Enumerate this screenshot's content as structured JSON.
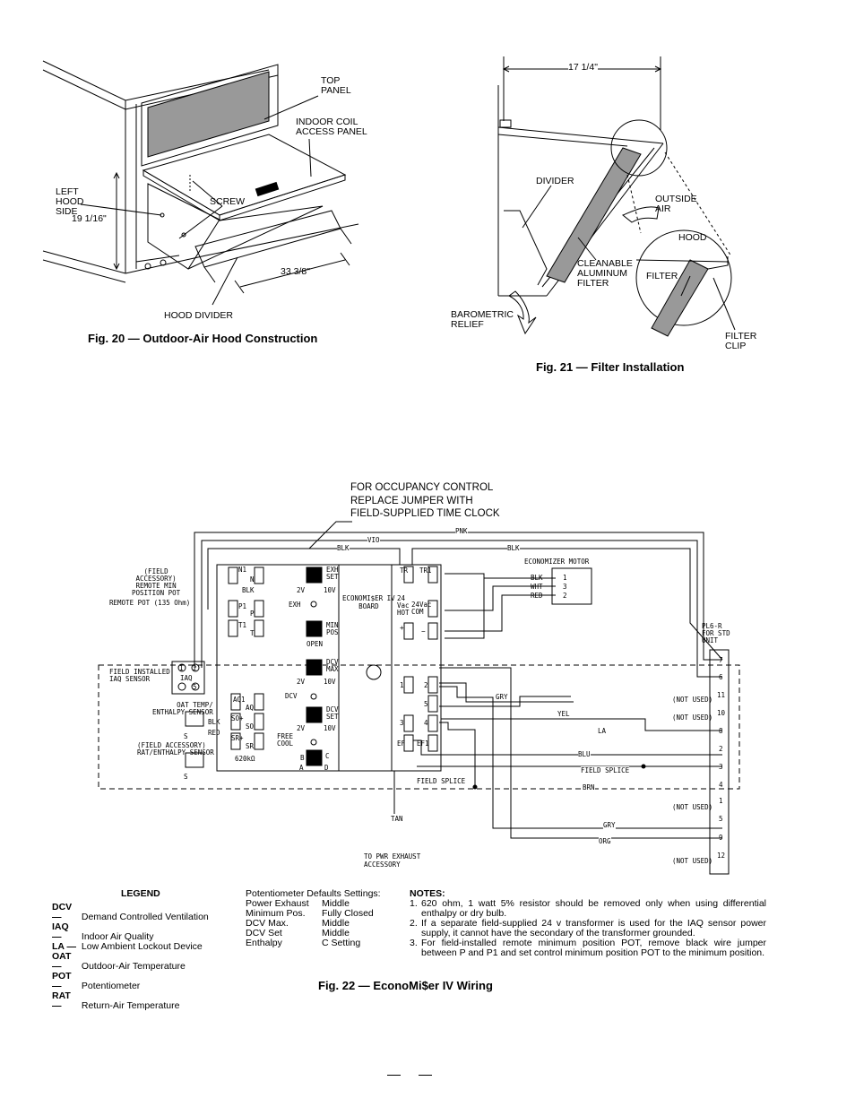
{
  "fig20": {
    "caption": "Fig. 20 — Outdoor-Air Hood Construction",
    "labels": {
      "top_panel": "TOP\nPANEL",
      "indoor_coil": "INDOOR COIL\nACCESS PANEL",
      "left_hood_side": "LEFT\nHOOD\nSIDE",
      "screw": "SCREW",
      "height_dim": "19 1/16\"",
      "width_dim": "33 3/8\"",
      "hood_divider": "HOOD DIVIDER"
    }
  },
  "fig21": {
    "caption": "Fig. 21 — Filter Installation",
    "labels": {
      "width_dim": "17 1/4\"",
      "divider": "DIVIDER",
      "outside_air": "OUTSIDE\nAIR",
      "hood": "HOOD",
      "filter": "FILTER",
      "cleanable": "CLEANABLE\nALUMINUM\nFILTER",
      "barometric": "BAROMETRIC\nRELIEF",
      "filter_clip": "FILTER\nCLIP"
    }
  },
  "fig22": {
    "caption": "Fig. 22 — EconoMi$er IV Wiring",
    "occupancy_note": "FOR OCCUPANCY CONTROL\nREPLACE JUMPER WITH\nFIELD-SUPPLIED TIME CLOCK",
    "wire_labels": {
      "pnk": "PNK",
      "vio": "VIO",
      "blk1": "BLK",
      "blk2": "BLK",
      "blk3": "BLK",
      "econ_motor": "ECONOMIZER MOTOR",
      "m_blk": "BLK",
      "m_wht": "WHT",
      "m_red": "RED",
      "m1": "1",
      "m3": "3",
      "m2": "2",
      "gry1": "GRY",
      "yel": "YEL",
      "la": "LA",
      "blu": "BLU",
      "field_splice1": "FIELD SPLICE",
      "field_splice2": "FIELD SPLICE",
      "brn": "BRN",
      "gry2": "GRY",
      "org": "ORG",
      "tan": "TAN",
      "pwr_exhaust": "TO PWR EXHAUST\nACCESSORY",
      "pl6": "PL6-R\nFOR STD\nUNIT",
      "field_acc": "(FIELD\nACCESSORY)\nREMOTE MIN\nPOSITION POT",
      "remote_pot": "REMOTE POT (135 Ohm)",
      "iaq_sensor": "FIELD INSTALLED\nIAQ SENSOR",
      "iaq": "IAQ",
      "oat_temp": "OAT TEMP/\nENTHALPY SENSOR",
      "rat_ent": "(FIELD ACCESSORY)\nRAT/ENTHALPY SENSOR",
      "board": "ECONOMI$ER IV\nBOARD",
      "exh_set": "EXH\nSET",
      "min_pos": "MIN\nPOS",
      "dcv_max": "DCV\nMAX",
      "dcv_set": "DCV\nSET",
      "open": "OPEN",
      "exh": "EXH",
      "dcv": "DCV",
      "free_cool": "FREE\nCOOL",
      "v2a": "2V",
      "v10a": "10V",
      "v2b": "2V",
      "v10b": "10V",
      "v2c": "2V",
      "v10c": "10V",
      "b": "B",
      "c": "C",
      "a": "A",
      "d": "D",
      "res": "620kΩ",
      "n1": "N1",
      "n": "N",
      "p1": "P1",
      "p": "P",
      "t1": "T1",
      "t": "T",
      "tr": "TR",
      "tr1": "TR1",
      "v24hot": "24\nVac\nHOT",
      "v24com": "24Vac\nCOM",
      "plus": "+",
      "minus": "−",
      "aq1": "AQ1",
      "aq": "AQ",
      "so_plus": "SO+",
      "so": "SO",
      "sr_plus": "SR+",
      "sr": "SR",
      "t1r": "1",
      "t2r": "2",
      "t5r": "5",
      "t3r": "3",
      "t4r": "4",
      "ef": "EF",
      "ef1": "EF1",
      "blkw": "BLK",
      "redw": "RED",
      "s1": "S",
      "s2": "S",
      "iaq1": "1",
      "iaq2": "2",
      "iaq5": "5",
      "plug_pins": [
        "7",
        "6",
        "11",
        "10",
        "8",
        "2",
        "3",
        "4",
        "1",
        "5",
        "9",
        "12"
      ],
      "not_used": [
        "(NOT USED)",
        "(NOT USED)",
        "(NOT USED)",
        "(NOT USED)"
      ]
    },
    "legend_title": "LEGEND",
    "legend": [
      {
        "abbr": "DCV —",
        "desc": "Demand Controlled Ventilation"
      },
      {
        "abbr": "IAQ —",
        "desc": "Indoor Air Quality"
      },
      {
        "abbr": "LA —",
        "desc": "Low Ambient Lockout Device"
      },
      {
        "abbr": "OAT —",
        "desc": "Outdoor-Air Temperature"
      },
      {
        "abbr": "POT —",
        "desc": "Potentiometer"
      },
      {
        "abbr": "RAT —",
        "desc": "Return-Air Temperature"
      }
    ],
    "pot_title": "Potentiometer Defaults Settings:",
    "pot_settings": [
      {
        "name": "Power Exhaust",
        "value": "Middle"
      },
      {
        "name": "Minimum Pos.",
        "value": "Fully Closed"
      },
      {
        "name": "DCV Max.",
        "value": "Middle"
      },
      {
        "name": "DCV Set",
        "value": "Middle"
      },
      {
        "name": "Enthalpy",
        "value": "C Setting"
      }
    ],
    "notes_title": "NOTES:",
    "notes": [
      "620 ohm, 1 watt 5% resistor should be removed only when using differential enthalpy or dry bulb.",
      "If a separate field-supplied 24 v transformer is used for the IAQ sensor power supply, it cannot have the secondary of the transformer grounded.",
      "For field-installed remote minimum position POT, remove black wire jumper between P and P1 and set control minimum position POT to the minimum position."
    ]
  }
}
